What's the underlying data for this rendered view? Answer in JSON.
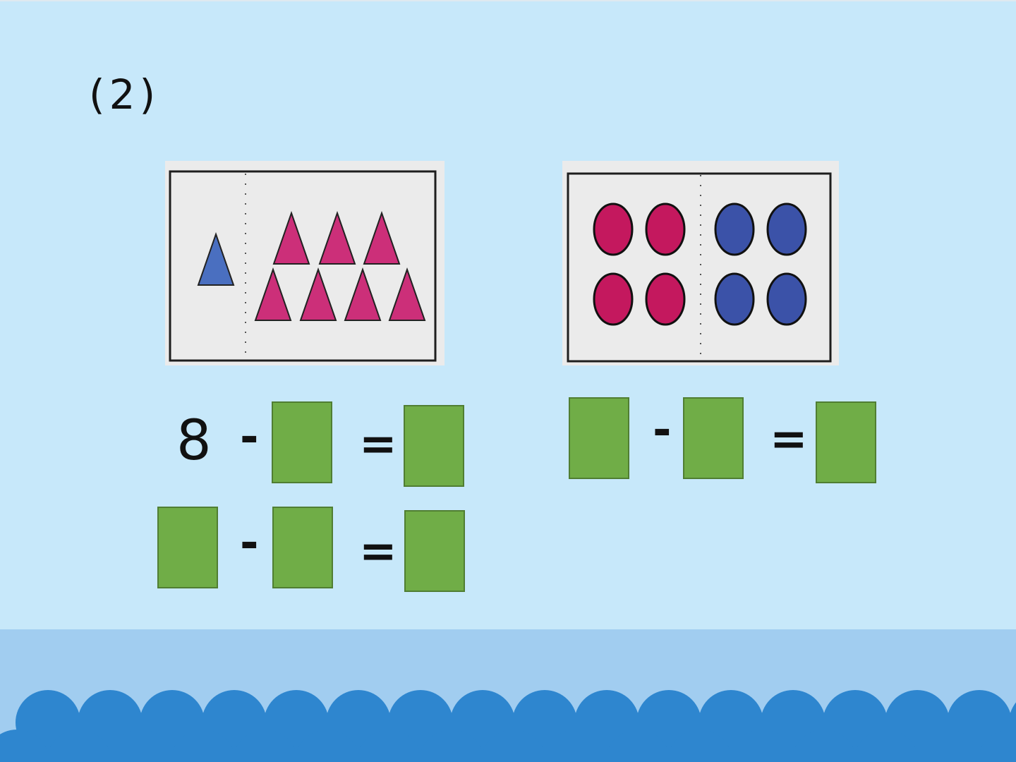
{
  "heading": "(2)",
  "figure_left": {
    "single_group": {
      "shape": "triangle",
      "count": 1,
      "color": "#4a6fc0"
    },
    "main_group": {
      "shape": "triangle",
      "count": 7,
      "color": "#cc2f79"
    }
  },
  "figure_right": {
    "left_group": {
      "shape": "oval",
      "count": 4,
      "color": "#c4185e"
    },
    "right_group": {
      "shape": "oval",
      "count": 4,
      "color": "#3b52a8"
    }
  },
  "equation_1": {
    "first_number": "8",
    "operator": "-",
    "equals": "="
  },
  "equation_2": {
    "operator": "-",
    "equals": "="
  },
  "equation_3": {
    "operator": "-",
    "equals": "="
  },
  "colors": {
    "background": "#c7e8fa",
    "answer_box": "#70ad47",
    "answer_box_border": "#507e32",
    "wave_light": "#a1cdf0",
    "wave_dark": "#2e86cf"
  }
}
